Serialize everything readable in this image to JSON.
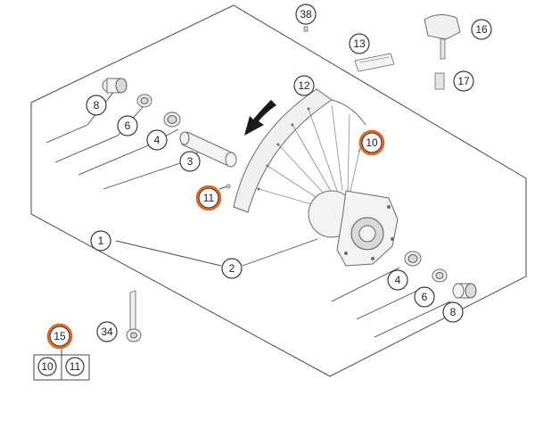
{
  "callouts": {
    "c38": "38",
    "c16": "16",
    "c13": "13",
    "c17": "17",
    "c12": "12",
    "c8a": "8",
    "c6a": "6",
    "c4a": "4",
    "c3": "3",
    "c10a": "10",
    "c11a": "11",
    "c1": "1",
    "c2": "2",
    "c4b": "4",
    "c6b": "6",
    "c8b": "8",
    "c34": "34",
    "c15": "15",
    "c10b": "10",
    "c11b": "11"
  },
  "colors": {
    "highlight": "#e8641e",
    "line": "#4a4a4a",
    "arrow": "#1a1a1a"
  },
  "icons": {
    "direction_arrow": "curved-arrow-icon"
  }
}
